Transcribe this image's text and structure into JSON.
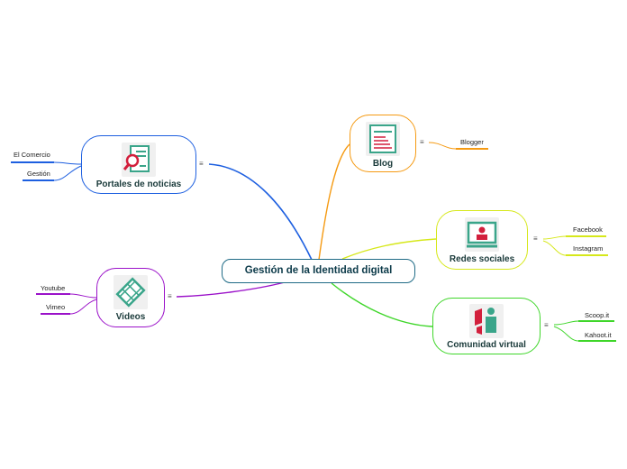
{
  "central": {
    "label": "Gestión de la Identidad digital"
  },
  "topics": {
    "portales": {
      "label": "Portales de noticias",
      "color": "#1d5fe0",
      "icon": "news-document-search-icon",
      "children": [
        "El Comercio",
        "Gestión"
      ]
    },
    "videos": {
      "label": "Videos",
      "color": "#9b12c9",
      "icon": "film-strip-icon",
      "children": [
        "Youtube",
        "Vimeo"
      ]
    },
    "blog": {
      "label": "Blog",
      "color": "#f59a12",
      "icon": "blog-post-icon",
      "children": [
        "Blogger"
      ]
    },
    "redes": {
      "label": "Redes sociales",
      "color": "#d6e81a",
      "icon": "monitor-user-icon",
      "children": [
        "Facebook",
        "Instagram"
      ]
    },
    "comunidad": {
      "label": "Comunidad virtual",
      "color": "#3fd62a",
      "icon": "community-people-icon",
      "children": [
        "Scoop.it",
        "Kahoot.it"
      ]
    }
  },
  "menu_glyph": "≡"
}
